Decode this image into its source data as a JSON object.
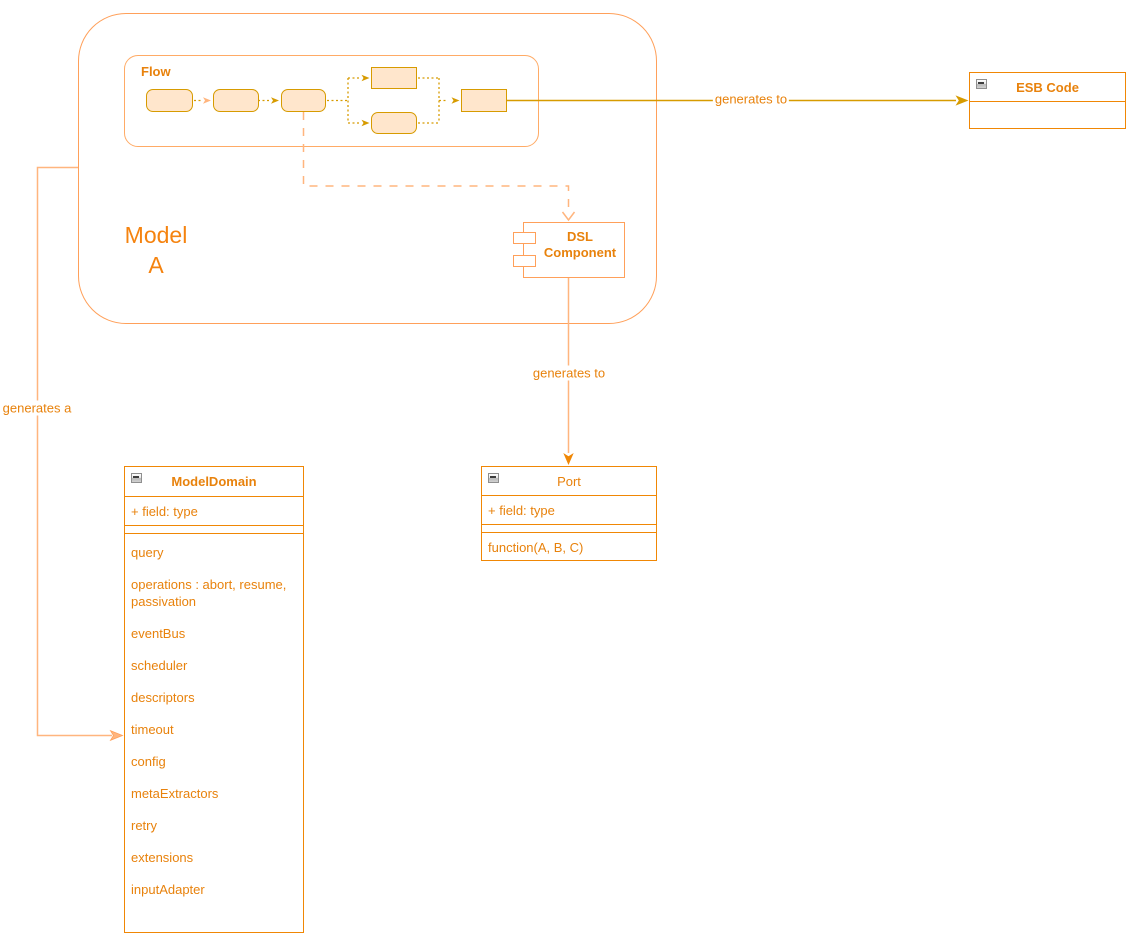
{
  "model_a": {
    "title": "Model A"
  },
  "flow": {
    "label": "Flow"
  },
  "esb_code": {
    "title": "ESB Code"
  },
  "dsl_component": {
    "title": "DSL Component"
  },
  "model_domain": {
    "title": "ModelDomain",
    "field": "+ field: type",
    "methods": [
      "query",
      "operations : abort, resume, passivation",
      "eventBus",
      "scheduler",
      "descriptors",
      "timeout",
      "config",
      "metaExtractors",
      "retry",
      "extensions",
      "inputAdapter"
    ]
  },
  "port": {
    "title": "Port",
    "field": "+ field: type",
    "function": "function(A, B, C)"
  },
  "edges": {
    "flow_to_esb_label": "generates to",
    "dsl_to_port_label": "generates to",
    "model_to_domain_label": "generates a"
  },
  "colors": {
    "text_orange": "#E8820C",
    "strong_border": "#F08705",
    "light_border": "#FFA05A",
    "soft_line": "#FFB57E",
    "gold": "#D79B00",
    "step_fill": "#FFE6CC"
  }
}
